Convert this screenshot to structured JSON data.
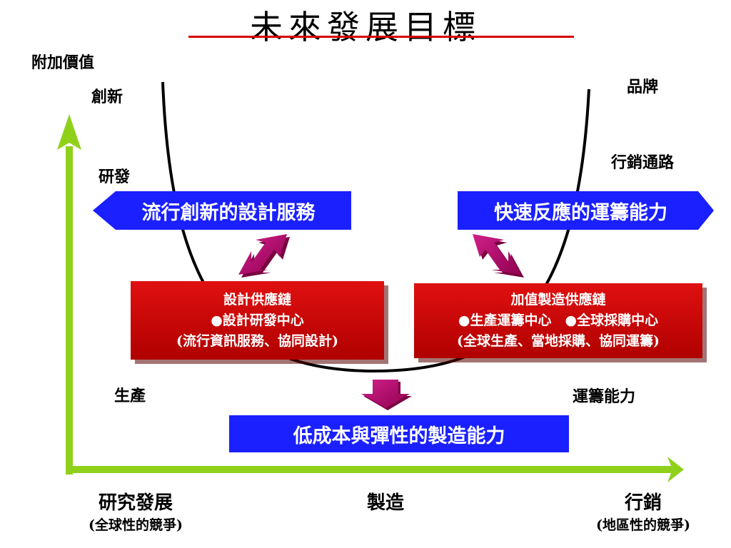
{
  "title": "未來發展目標",
  "y_axis_label": "附加價值",
  "x_axis": [
    {
      "label": "研究發展",
      "sub": "(全球性的競爭)"
    },
    {
      "label": "製造",
      "sub": ""
    },
    {
      "label": "行銷",
      "sub": "(地區性的競爭)"
    }
  ],
  "curve_labels": {
    "left": [
      "創新",
      "研發",
      "生產"
    ],
    "right": [
      "品牌",
      "行銷通路",
      "運籌能力"
    ]
  },
  "blue_boxes": {
    "left": "流行創新的設計服務",
    "right": "快速反應的運籌能力",
    "bottom": "低成本與彈性的製造能力"
  },
  "red_boxes": {
    "left": [
      "設計供應鏈",
      "●設計研發中心",
      "(流行資訊服務、協同設計)"
    ],
    "right": [
      "加值製造供應鏈",
      "●生產運籌中心　●全球採購中心",
      "(全球生產、當地採購、協同運籌)"
    ]
  },
  "colors": {
    "axis_green": "#8fd11a",
    "box_blue": "#1a20ff",
    "box_red": "#cc0000",
    "arrow_purple": "#b0106a",
    "title_underline": "#d40000"
  }
}
